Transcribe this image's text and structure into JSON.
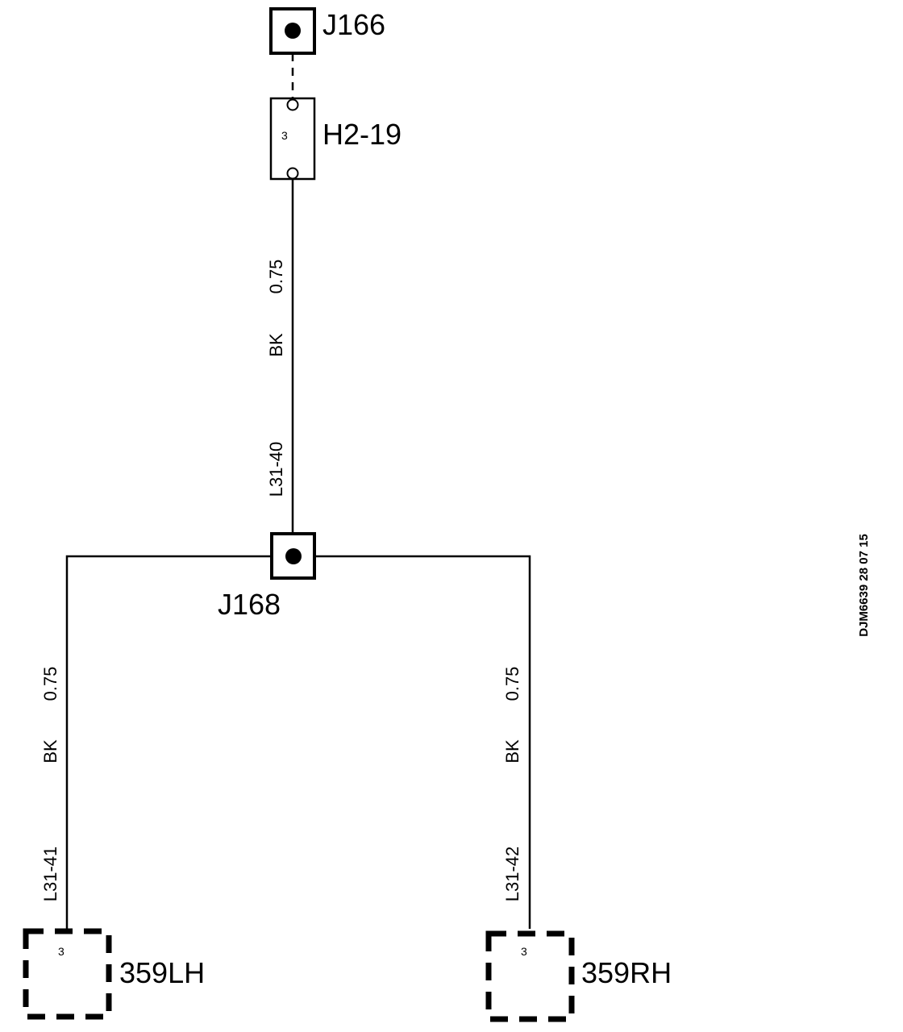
{
  "colors": {
    "line": "#000000",
    "background": "#ffffff"
  },
  "splice_top": {
    "label": "J166"
  },
  "connector_h2": {
    "label": "H2-19",
    "pin": "3"
  },
  "wire_main": {
    "size": "0.75",
    "color": "BK",
    "circuit": "L31-40"
  },
  "splice_mid": {
    "label": "J168"
  },
  "wire_left": {
    "size": "0.75",
    "color": "BK",
    "circuit": "L31-41"
  },
  "wire_right": {
    "size": "0.75",
    "color": "BK",
    "circuit": "L31-42"
  },
  "component_left": {
    "label": "359LH",
    "pin": "3"
  },
  "component_right": {
    "label": "359RH",
    "pin": "3"
  },
  "diagram_code": "DJM6639 28 07 15"
}
